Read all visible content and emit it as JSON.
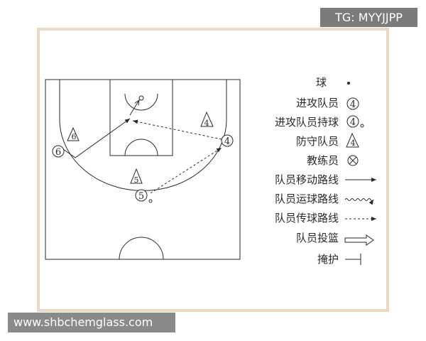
{
  "overlays": {
    "tag": "TG: MYYJJPP",
    "url": "www.shbchemglass.com"
  },
  "court": {
    "players": {
      "attacker_6": "6",
      "defender_6": "6",
      "defender_4": "4",
      "attacker_4": "4",
      "defender_5": "5",
      "attacker_5": "5"
    }
  },
  "legend": {
    "items": [
      {
        "label": "球",
        "symbol": "ball"
      },
      {
        "label": "进攻队员",
        "symbol": "attacker",
        "number": "4"
      },
      {
        "label": "进攻队员持球",
        "symbol": "attacker-with-ball",
        "number": "4"
      },
      {
        "label": "防守队员",
        "symbol": "defender",
        "number": "4"
      },
      {
        "label": "教练员",
        "symbol": "coach"
      },
      {
        "label": "队员移动路线",
        "symbol": "move-line"
      },
      {
        "label": "队员运球路线",
        "symbol": "dribble-line"
      },
      {
        "label": "队员传球路线",
        "symbol": "pass-line"
      },
      {
        "label": "队员投篮",
        "symbol": "shot-arrow"
      },
      {
        "label": "掩护",
        "symbol": "screen"
      }
    ]
  },
  "colors": {
    "frame": "#ead9c4",
    "line": "#2a2a2a",
    "background": "#ffffff"
  }
}
